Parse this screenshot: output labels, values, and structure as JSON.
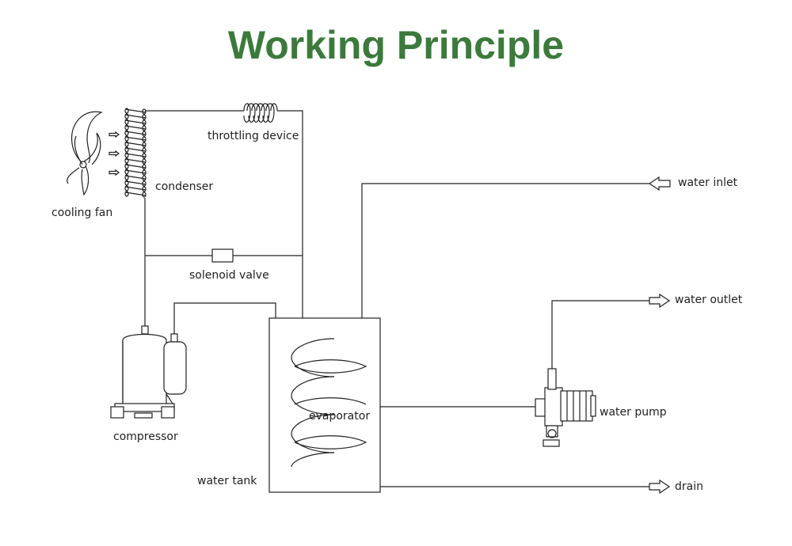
{
  "title": "Working Principle",
  "colors": {
    "title": "#3b7a3b",
    "line": "#222222"
  },
  "labels": {
    "throttling_device": "throttling device",
    "condenser": "condenser",
    "cooling_fan": "cooling fan",
    "solenoid_valve": "solenoid valve",
    "compressor": "compressor",
    "evaporator": "evaporator",
    "water_tank": "water tank",
    "water_inlet": "water inlet",
    "water_outlet": "water outlet",
    "water_pump": "water pump",
    "drain": "drain"
  }
}
